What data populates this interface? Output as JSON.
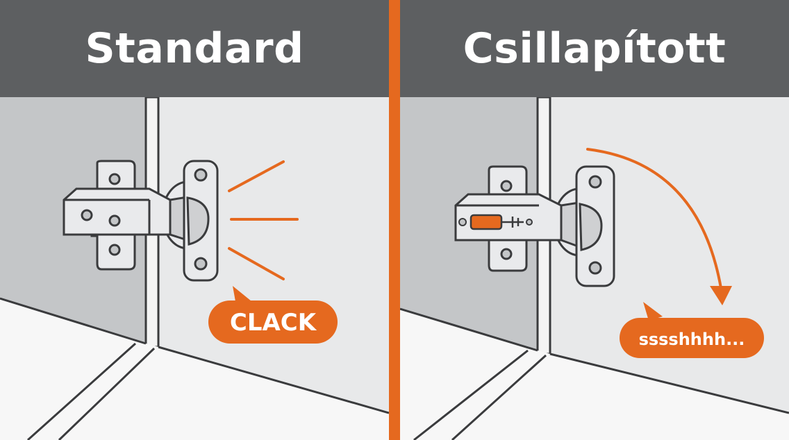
{
  "panels": {
    "standard": {
      "title": "Standard",
      "sound": "CLACK"
    },
    "soft_close": {
      "title": "Csillapított",
      "sound": "sssshhhh..."
    }
  },
  "colors": {
    "accent": "#e5691f",
    "header": "#5d5f61",
    "header_text": "#ffffff",
    "cabinet_side": "#c4c6c8",
    "cabinet_back": "#e8e9ea",
    "floor": "#f7f7f7",
    "hinge_metal": "#e9eaec",
    "outline": "#3a3b3d"
  },
  "icons": {
    "impact_lines": "impact-lines-icon",
    "soft_close_arrow": "curved-arrow-icon",
    "damper": "damper-piston-icon"
  }
}
